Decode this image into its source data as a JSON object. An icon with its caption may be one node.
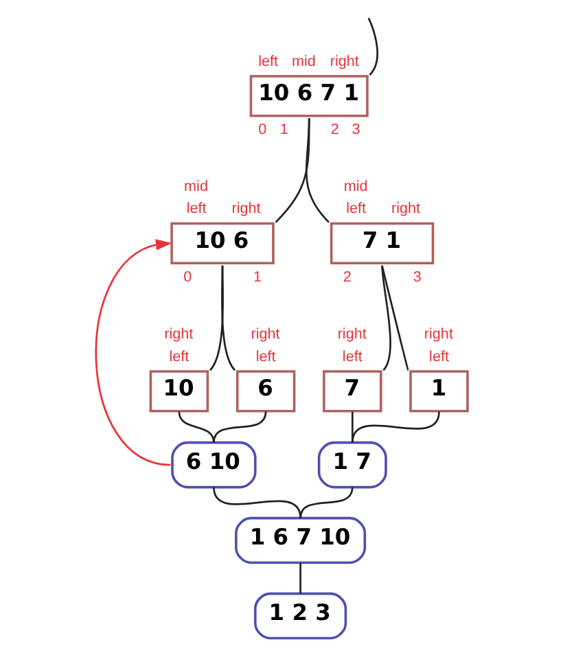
{
  "diagram": {
    "nodes": [
      {
        "text": [
          "10 6 7 1"
        ],
        "beside": [
          "left",
          "mid",
          "right",
          "0",
          "1",
          "2",
          "3"
        ]
      },
      {
        "text": [
          "10 6"
        ],
        "beside": [
          "mid",
          "left",
          "right",
          "0",
          "1"
        ]
      },
      {
        "text": [
          "7 1"
        ],
        "beside": [
          "mid",
          "left",
          "right",
          "2",
          "3"
        ]
      },
      {
        "text": [
          "10"
        ],
        "beside": [
          "right",
          "left"
        ]
      },
      {
        "text": [
          "6"
        ],
        "beside": [
          "right",
          "left"
        ]
      },
      {
        "text": [
          "7"
        ],
        "beside": [
          "right",
          "left"
        ]
      },
      {
        "text": [
          "1"
        ],
        "beside": [
          "right",
          "left"
        ]
      },
      {
        "text": [
          "6 10"
        ]
      },
      {
        "text": [
          "1 7"
        ]
      },
      {
        "text": [
          "1 6 7 10"
        ]
      },
      {
        "text": [
          "1 2 3"
        ]
      }
    ],
    "edges": [
      {
        "from": null,
        "to": 0,
        "arrow": "none"
      },
      {
        "from": 0,
        "to": 1,
        "arrow": "none"
      },
      {
        "from": 0,
        "to": 2,
        "arrow": "none"
      },
      {
        "from": 1,
        "to": 3,
        "arrow": "none"
      },
      {
        "from": 1,
        "to": 4,
        "arrow": "none"
      },
      {
        "from": 2,
        "to": 5,
        "arrow": "none"
      },
      {
        "from": 2,
        "to": 6,
        "arrow": "none"
      },
      {
        "from": 3,
        "to": 7,
        "arrow": "none"
      },
      {
        "from": 4,
        "to": 7,
        "arrow": "none"
      },
      {
        "from": 5,
        "to": 8,
        "arrow": "none"
      },
      {
        "from": 6,
        "to": 8,
        "arrow": "none"
      },
      {
        "from": 7,
        "to": 9,
        "arrow": "none"
      },
      {
        "from": 8,
        "to": 9,
        "arrow": "none"
      },
      {
        "from": 9,
        "to": 10,
        "arrow": "none"
      },
      {
        "from": 7,
        "to": 1,
        "arrow": "to",
        "color": "#e8333a"
      }
    ]
  }
}
